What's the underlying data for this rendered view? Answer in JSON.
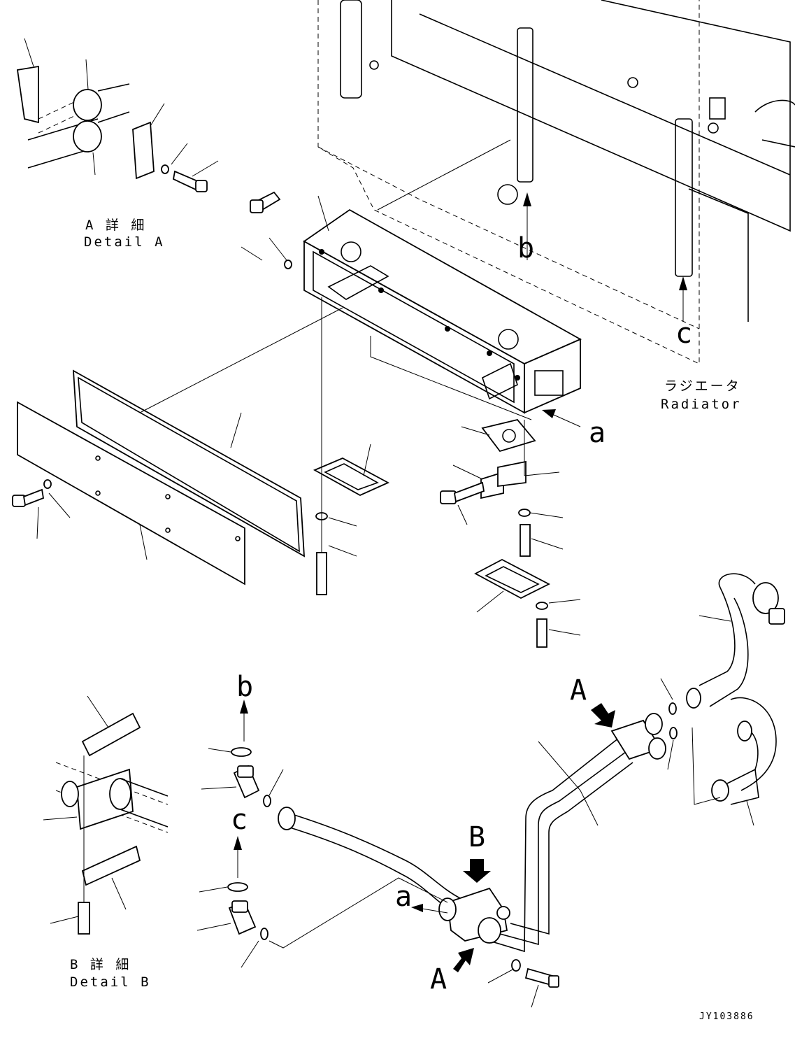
{
  "labels": {
    "detail_a_jp": "A 詳 細",
    "detail_a_en": "Detail A",
    "detail_b_jp": "B 詳 細",
    "detail_b_en": "Detail B",
    "radiator_jp": "ラジエータ",
    "radiator_en": "Radiator",
    "letter_a": "a",
    "letter_b": "b",
    "letter_c": "c",
    "letter_A": "A",
    "letter_B": "B",
    "drawing_code": "JY103886"
  }
}
